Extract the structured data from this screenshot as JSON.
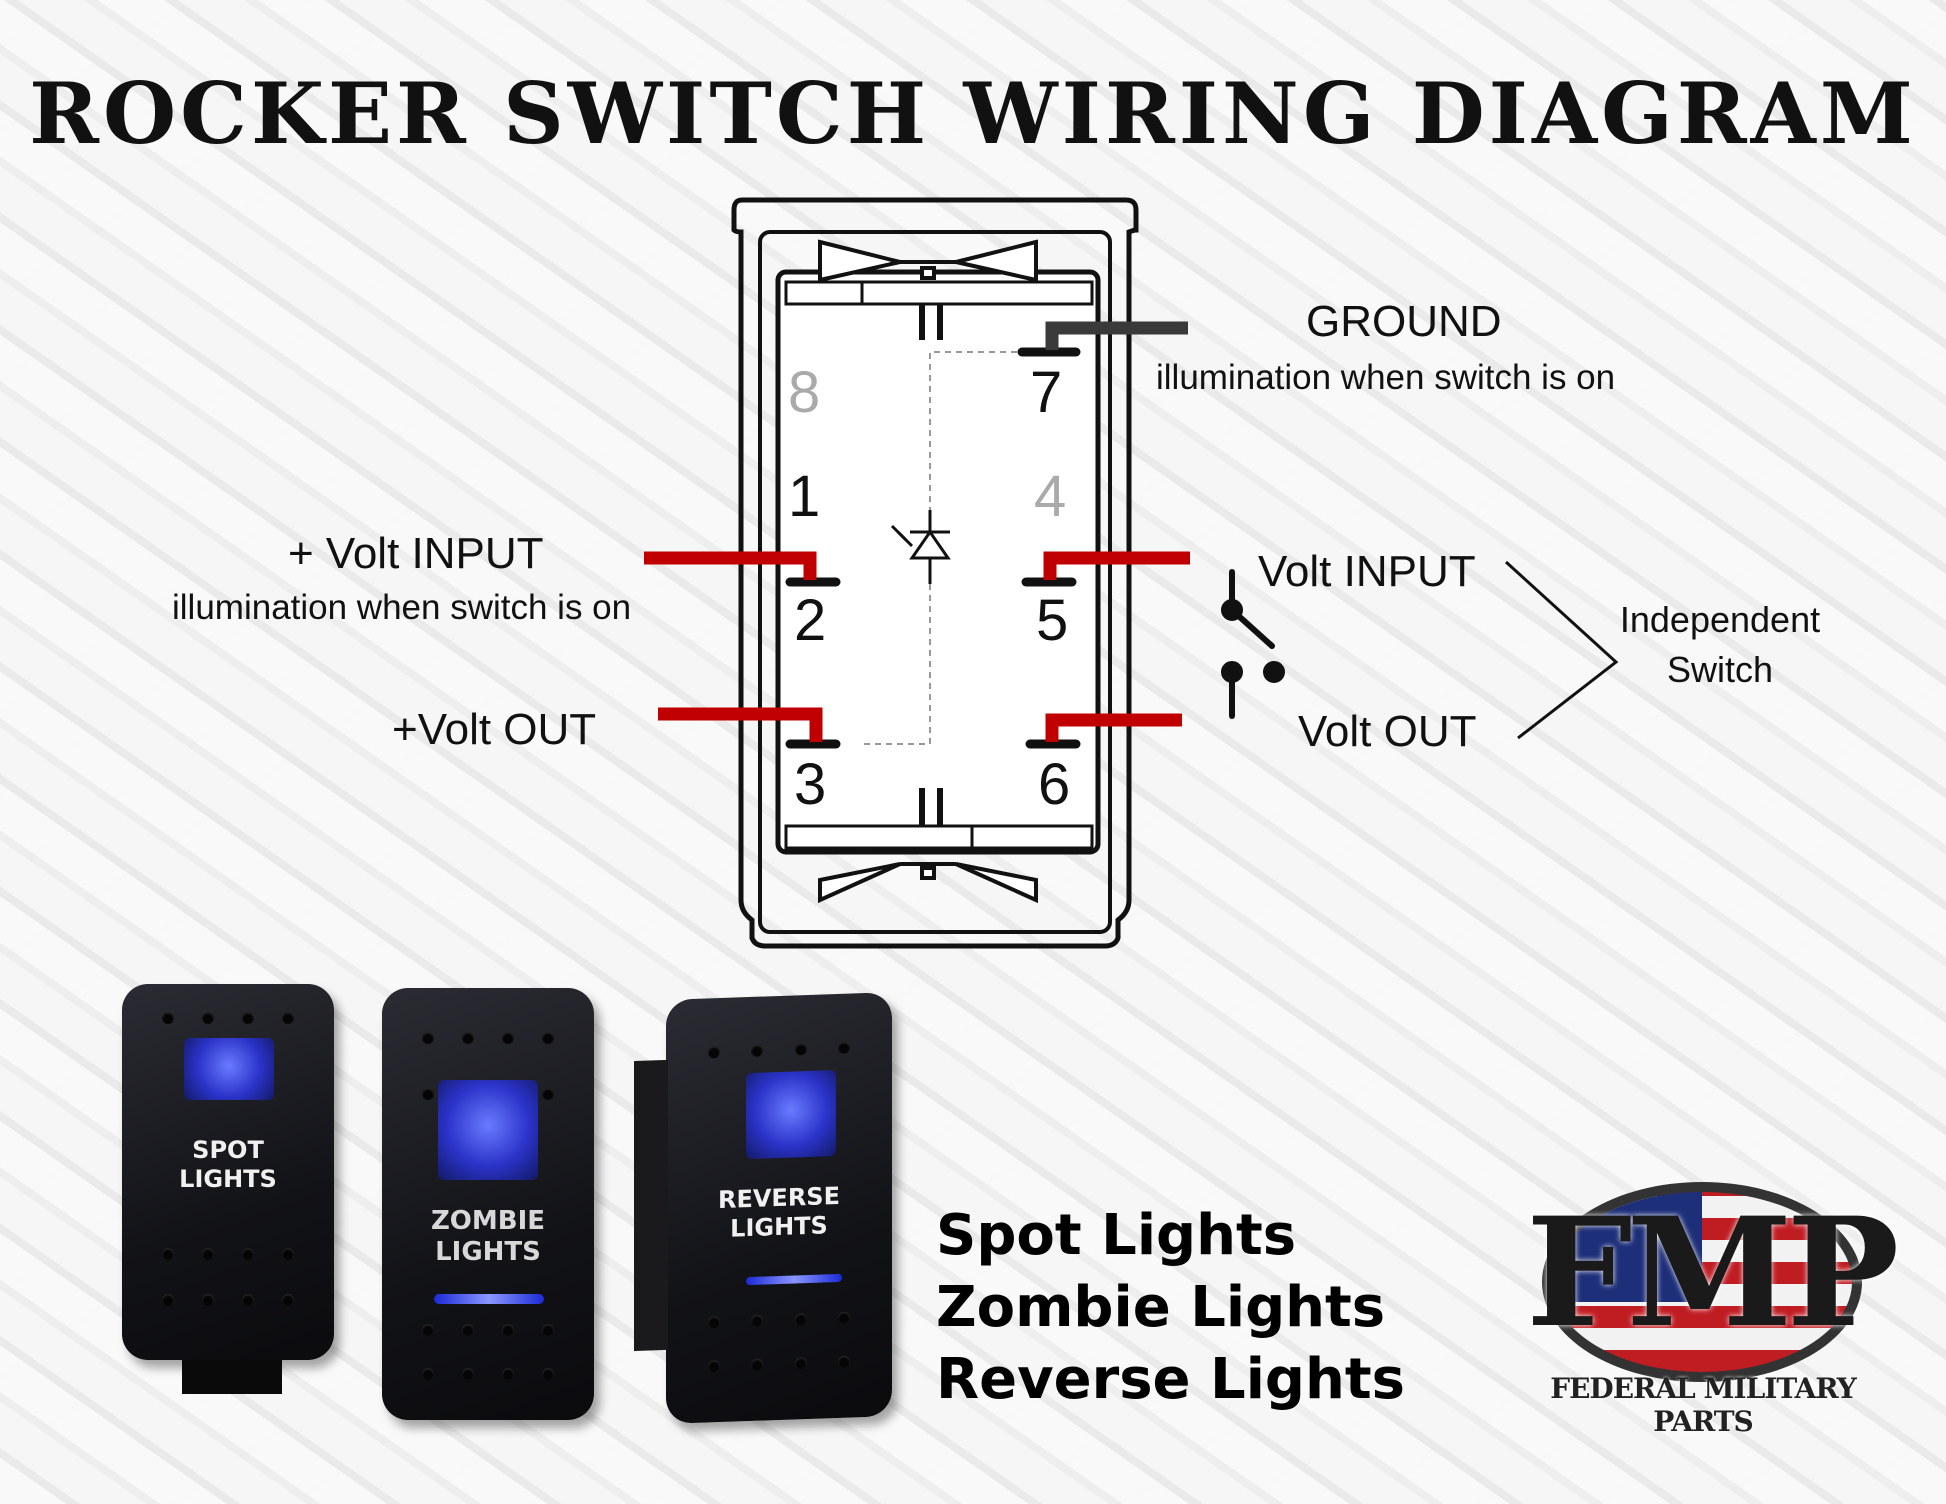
{
  "title": "ROCKER SWITCH WIRING DIAGRAM",
  "pins": {
    "p1": "1",
    "p2": "2",
    "p3": "3",
    "p4": "4",
    "p5": "5",
    "p6": "6",
    "p7": "7",
    "p8": "8"
  },
  "labels": {
    "ground": "GROUND",
    "ground_sub": "illumination when switch is on",
    "volt_input_left": "+ Volt INPUT",
    "volt_input_left_sub": "illumination when switch is on",
    "volt_out_left": "+Volt OUT",
    "volt_input_right": "Volt INPUT",
    "volt_out_right": "Volt OUT",
    "independent_1": "Independent",
    "independent_2": "Switch"
  },
  "products": {
    "rocker1_l1": "SPOT",
    "rocker1_l2": "LIGHTS",
    "rocker2_l1": "ZOMBIE",
    "rocker2_l2": "LIGHTS",
    "rocker3_l1": "REVERSE",
    "rocker3_l2": "LIGHTS"
  },
  "product_names": [
    "Spot Lights",
    "Zombie Lights",
    "Reverse Lights"
  ],
  "logo": {
    "letters": "FMP",
    "subtitle": "FEDERAL MILITARY PARTS"
  },
  "colors": {
    "wire_red": "#c00000",
    "wire_ground": "#3a3a3a",
    "led_blue": "#3f4df0"
  }
}
